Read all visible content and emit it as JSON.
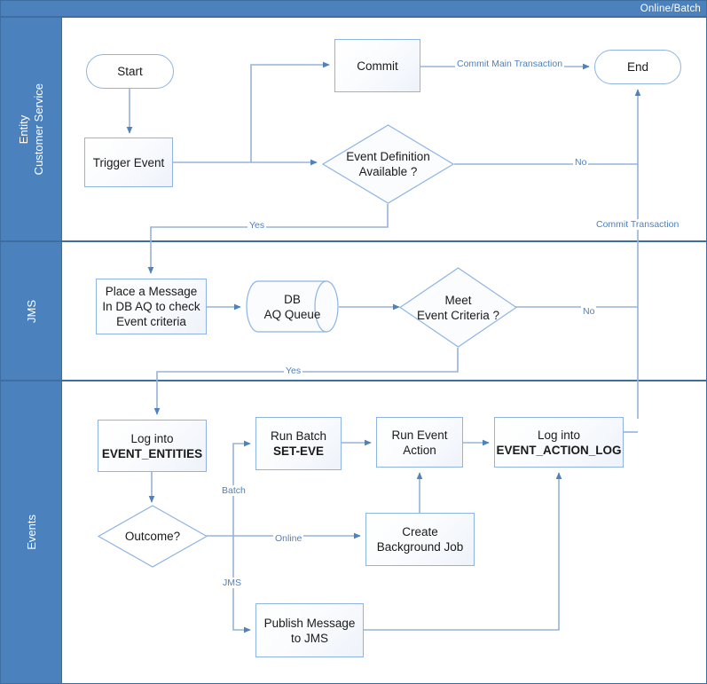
{
  "pool": {
    "title": "Online/Batch"
  },
  "lanes": [
    {
      "id": "lane-entity",
      "label": "Entity\nCustomer Service"
    },
    {
      "id": "lane-jms",
      "label": "JMS"
    },
    {
      "id": "lane-events",
      "label": "Events"
    }
  ],
  "nodes": {
    "start": {
      "label": "Start"
    },
    "trigger_event": {
      "label": "Trigger Event"
    },
    "commit": {
      "label": "Commit"
    },
    "end": {
      "label": "End"
    },
    "event_def": {
      "label": "Event Definition\nAvailable ?"
    },
    "place_message": {
      "label": "Place a Message\nIn DB AQ to check\nEvent criteria"
    },
    "aq_queue": {
      "label": "DB\nAQ Queue"
    },
    "meet_criteria": {
      "label": "Meet\nEvent Criteria ?"
    },
    "log_entities": {
      "line1": "Log into",
      "line2": "EVENT_ENTITIES"
    },
    "run_batch": {
      "line1": "Run Batch",
      "line2": "SET-EVE"
    },
    "run_event_action": {
      "label": "Run Event\nAction"
    },
    "log_action": {
      "line1": "Log into",
      "line2": "EVENT_ACTION_LOG"
    },
    "outcome": {
      "label": "Outcome?"
    },
    "create_bg_job": {
      "label": "Create\nBackground Job"
    },
    "publish_jms": {
      "label": "Publish Message\nto JMS"
    }
  },
  "edge_labels": {
    "commit_main": "Commit Main Transaction",
    "no_event_def": "No",
    "yes_event_def": "Yes",
    "commit_transaction": "Commit Transaction",
    "no_criteria": "No",
    "yes_criteria": "Yes",
    "batch": "Batch",
    "online": "Online",
    "jms": "JMS"
  },
  "colors": {
    "lane_fill": "#4b82bd",
    "lane_border": "#3d6e9f",
    "connector": "#95b3d7",
    "arrow": "#4f81bd",
    "shape_border": "#8eb4e3",
    "label_text": "#4f81bd"
  }
}
